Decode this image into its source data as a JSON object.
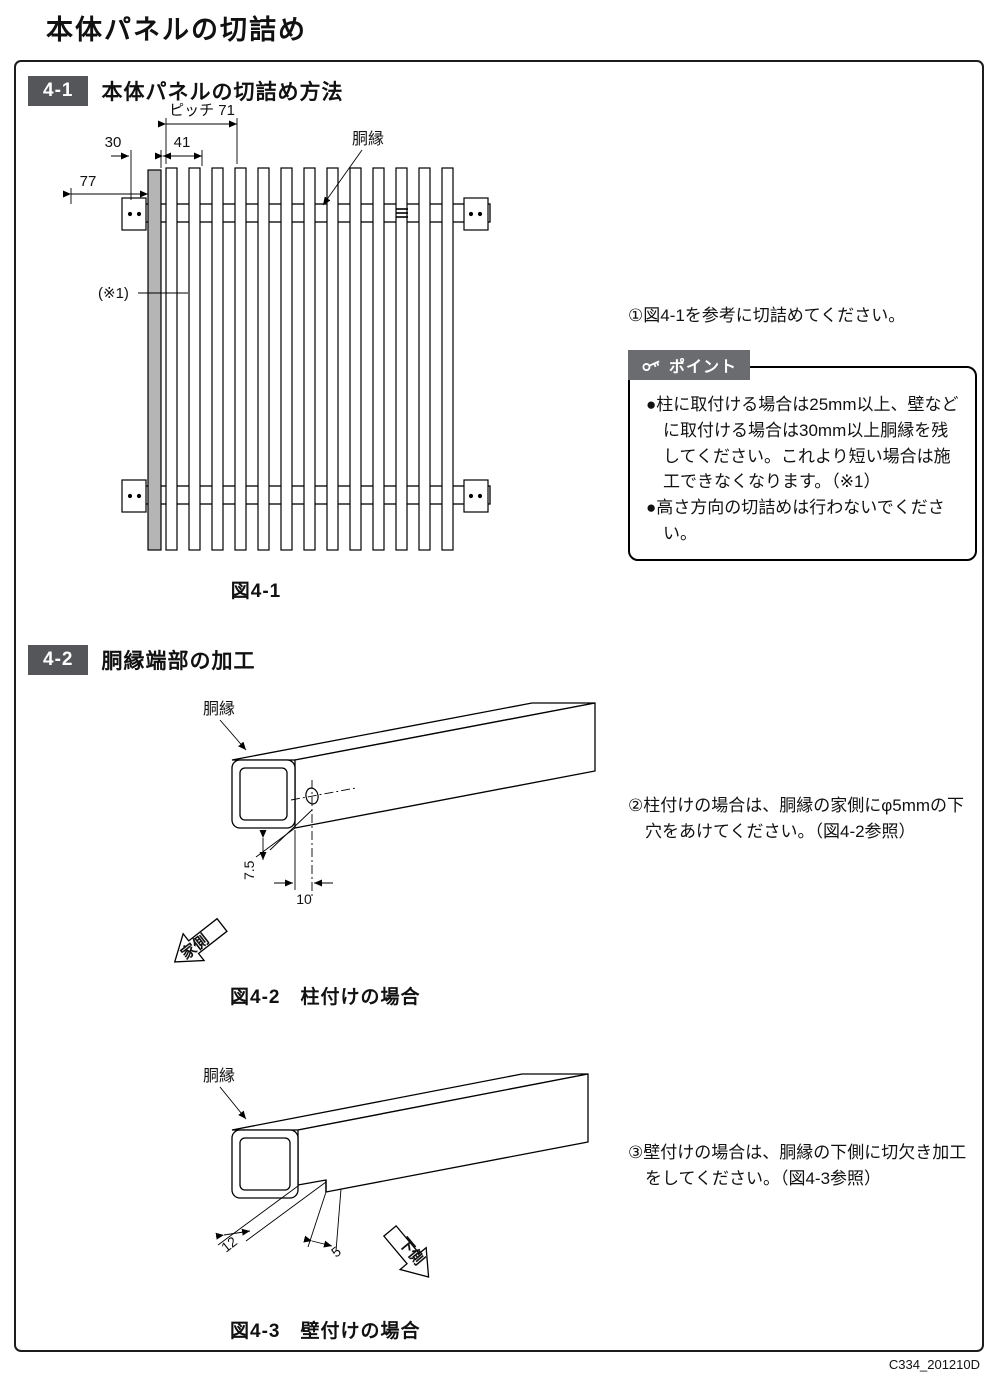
{
  "page": {
    "title": "本体パネルの切詰め",
    "doc_code": "C334_201210D"
  },
  "section_4_1": {
    "number": "4-1",
    "heading": "本体パネルの切詰め方法",
    "figure": {
      "caption": "図4-1",
      "label_pitch": "ピッチ 71",
      "dim_30": "30",
      "dim_41": "41",
      "dim_77": "77",
      "label_note": "(※1)",
      "label_dobuchi": "胴縁"
    },
    "step_1": "①図4-1を参考に切詰めてください。",
    "point": {
      "icon": "key-icon",
      "title": "ポイント",
      "items": [
        "●柱に取付ける場合は25mm以上、壁などに取付ける場合は30mm以上胴縁を残してください。これより短い場合は施工できなくなります。（※1）",
        "●高さ方向の切詰めは行わないでください。"
      ]
    }
  },
  "section_4_2": {
    "number": "4-2",
    "heading": "胴縁端部の加工",
    "figure_4_2": {
      "caption": "図4-2　柱付けの場合",
      "label_dobuchi": "胴縁",
      "dim_7_5": "7.5",
      "dim_10": "10",
      "arrow_label": "家側"
    },
    "step_2": "②柱付けの場合は、胴縁の家側にφ5mmの下穴をあけてください。（図4-2参照）",
    "figure_4_3": {
      "caption": "図4-3　壁付けの場合",
      "label_dobuchi": "胴縁",
      "dim_12": "12",
      "dim_5": "5",
      "arrow_label": "下側"
    },
    "step_3": "③壁付けの場合は、胴縁の下側に切欠き加工をしてください。（図4-3参照）"
  }
}
